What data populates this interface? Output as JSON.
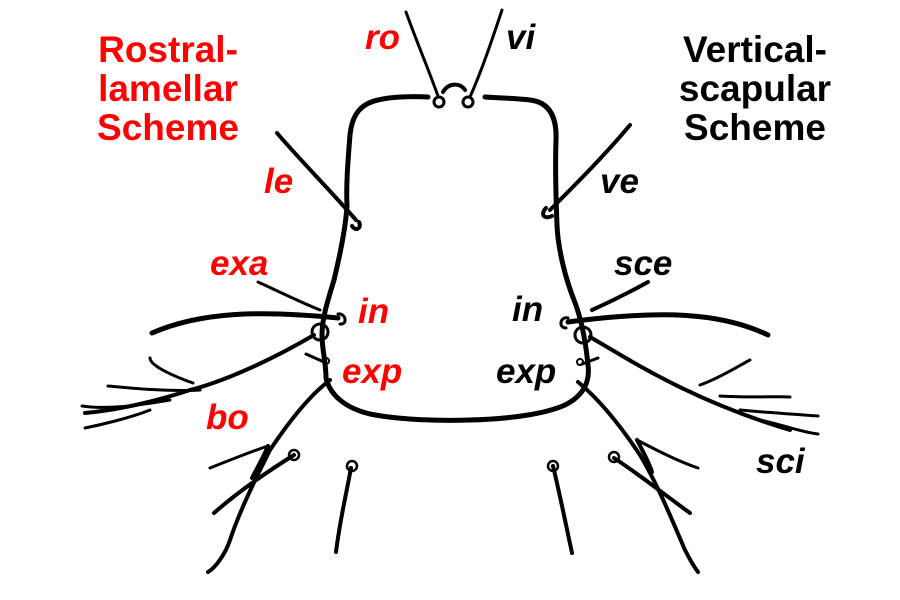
{
  "colors": {
    "left_scheme": "#ff0000",
    "right_scheme": "#000000",
    "background": "#ffffff",
    "drawing": "#000000"
  },
  "left_title": {
    "lines": [
      "Rostral-",
      "lamellar",
      "Scheme"
    ]
  },
  "right_title": {
    "lines": [
      "Vertical-",
      "scapular",
      "Scheme"
    ]
  },
  "labels": {
    "ro": "ro",
    "vi": "vi",
    "le": "le",
    "ve": "ve",
    "exa": "exa",
    "sce": "sce",
    "in_left": "in",
    "in_right": "in",
    "exp_left": "exp",
    "exp_right": "exp",
    "bo": "bo",
    "sci": "sci"
  }
}
